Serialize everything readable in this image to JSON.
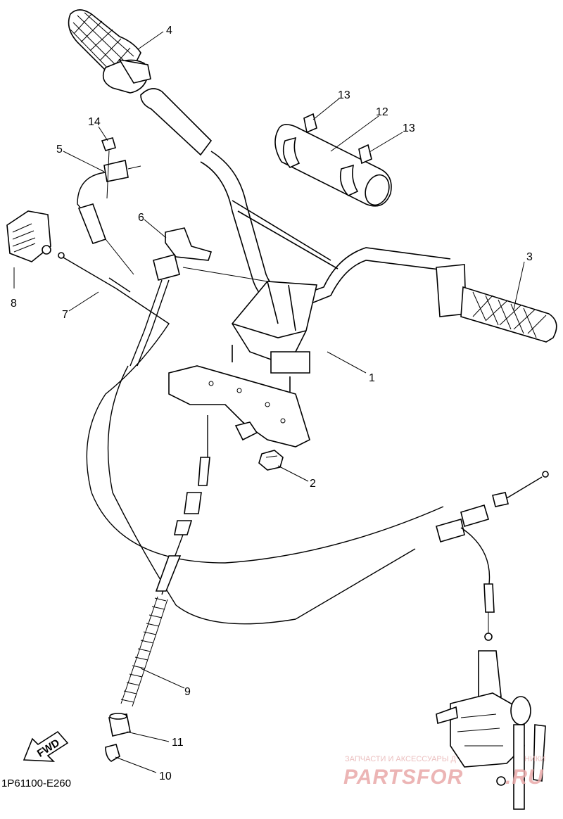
{
  "diagram_code": "1P61100-E260",
  "direction_arrow": {
    "label": "FWD"
  },
  "watermark": {
    "line1": "ЗАПЧАСТИ И АКСЕССУАРЫ Д",
    "line1_suffix": "НИКИ",
    "brand": "PARTSFOR",
    "brand_suffix": ".RU",
    "color": "#e9a9a9"
  },
  "callouts": [
    {
      "id": "c1",
      "number": "1",
      "part": "handlebar"
    },
    {
      "id": "c2",
      "number": "2",
      "part": "nut"
    },
    {
      "id": "c3",
      "number": "3",
      "part": "grip-right"
    },
    {
      "id": "c4",
      "number": "4",
      "part": "throttle-grip"
    },
    {
      "id": "c5",
      "number": "5",
      "part": "brake-cable"
    },
    {
      "id": "c6",
      "number": "6",
      "part": "throttle-housing"
    },
    {
      "id": "c7",
      "number": "7",
      "part": "cable"
    },
    {
      "id": "c8",
      "number": "8",
      "part": "lever-holder"
    },
    {
      "id": "c9",
      "number": "9",
      "part": "spring"
    },
    {
      "id": "c10",
      "number": "10",
      "part": "clip"
    },
    {
      "id": "c11",
      "number": "11",
      "part": "collar"
    },
    {
      "id": "c12",
      "number": "12",
      "part": "pad"
    },
    {
      "id": "c13a",
      "number": "13",
      "part": "band"
    },
    {
      "id": "c13b",
      "number": "13",
      "part": "band"
    },
    {
      "id": "c14",
      "number": "14",
      "part": "clamp"
    }
  ]
}
